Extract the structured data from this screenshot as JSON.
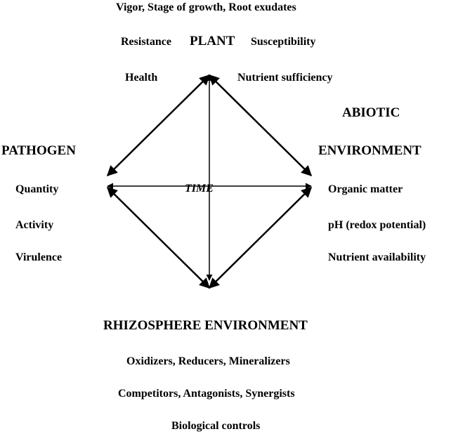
{
  "plant": {
    "title": "PLANT",
    "top_line": "Vigor, Stage of growth, Root exudates",
    "left_attr": "Resistance",
    "right_attr": "Susceptibility",
    "health": "Health",
    "nutrient": "Nutrient sufficiency"
  },
  "pathogen": {
    "title": "PATHOGEN",
    "items": [
      "Quantity",
      "Activity",
      "Virulence"
    ]
  },
  "abiotic": {
    "title_line1": "ABIOTIC",
    "title_line2": "ENVIRONMENT",
    "items": [
      "Organic matter",
      "pH (redox potential)",
      "Nutrient availability"
    ]
  },
  "center": {
    "time": "TIME"
  },
  "rhizosphere": {
    "title": "RHIZOSPHERE ENVIRONMENT",
    "items": [
      "Oxidizers, Reducers, Mineralizers",
      "Competitors, Antagonists, Synergists",
      "Biological controls"
    ]
  }
}
